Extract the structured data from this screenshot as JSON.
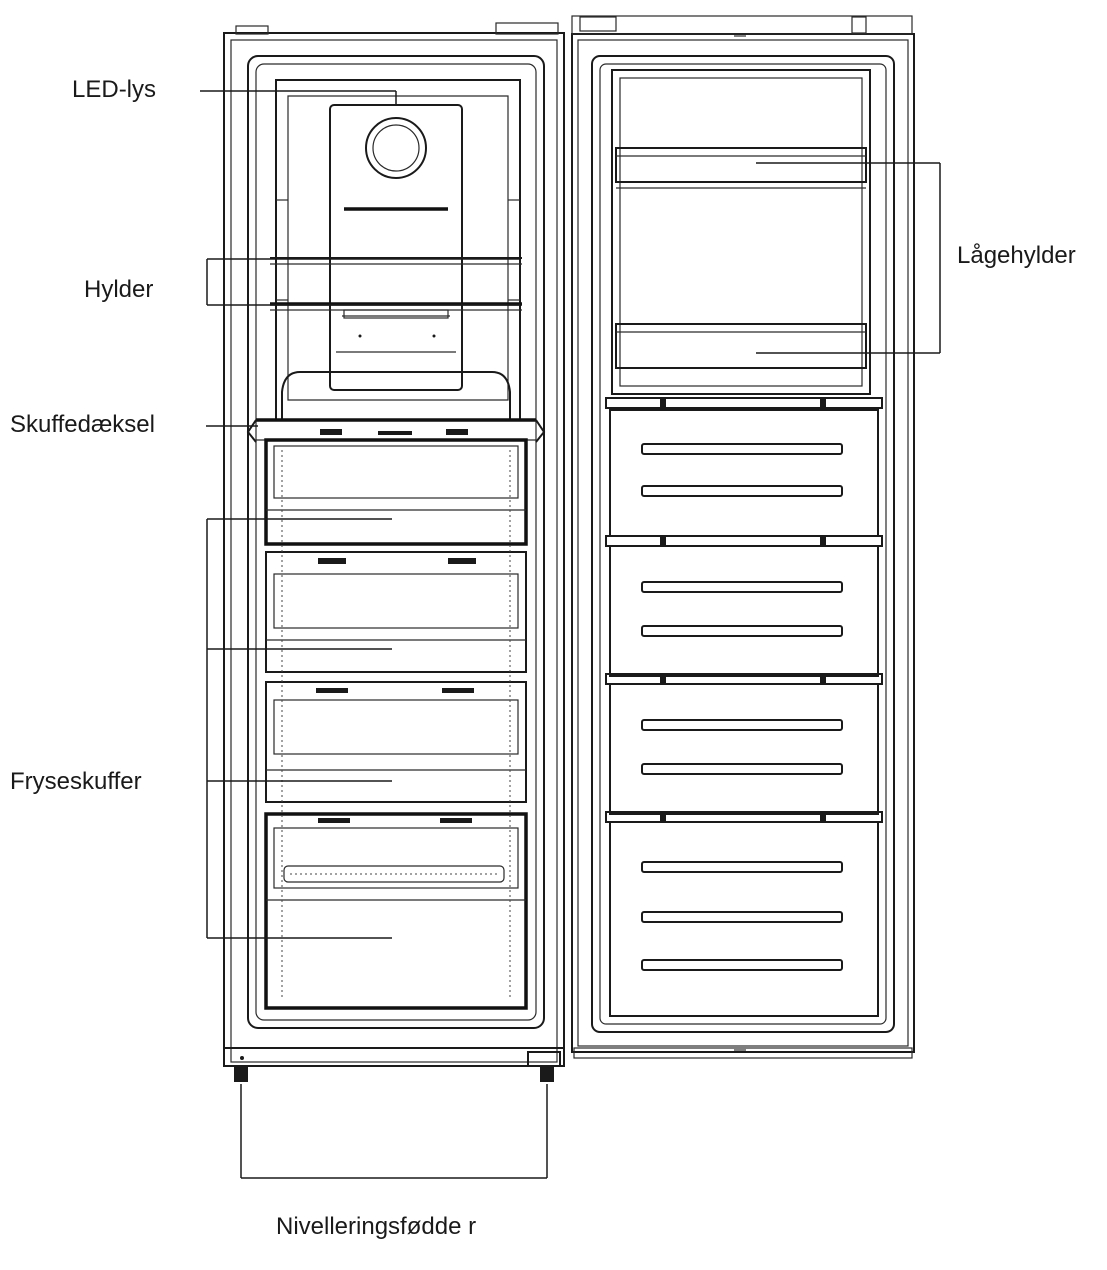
{
  "labels": {
    "led": "LED-lys",
    "shelves": "Hylder",
    "drawer_cover": "Skuffedæksel",
    "freezer_drawers": "Fryseskuffer",
    "door_shelves": "Lågehylder",
    "leveling_feet": "Nivelleringsfødde r"
  }
}
